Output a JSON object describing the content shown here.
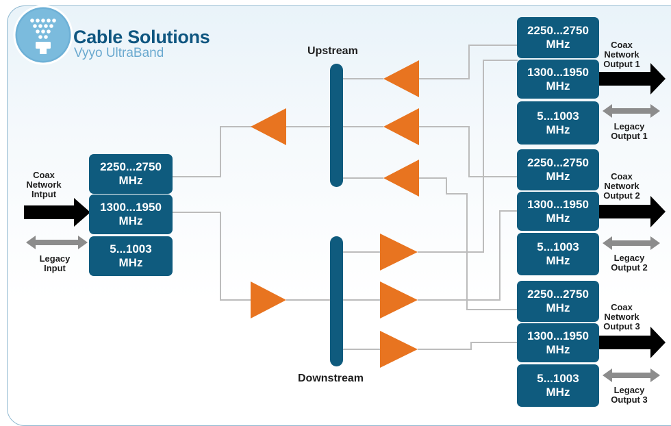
{
  "header": {
    "title": "Cable Solutions",
    "subtitle": "Vyyo UltraBand"
  },
  "icon": "cable-tree-logo-icon",
  "colors": {
    "box": "#0f5b7e",
    "amplifier": "#e87420",
    "bus": "#0f5b7e",
    "wire": "#bcbcbc",
    "legacy_arrow": "#8c8c8c",
    "network_arrow": "#000000"
  },
  "bands": {
    "high": "2250...2750",
    "mid": "1300...1950",
    "low": "5...1003",
    "unit": "MHz"
  },
  "input": {
    "coax_line1": "Coax",
    "coax_line2": "Network",
    "coax_line3": "Intput",
    "legacy_line1": "Legacy",
    "legacy_line2": "Input"
  },
  "stages": {
    "upstream": "Upstream",
    "downstream": "Downstream"
  },
  "outputs": [
    {
      "coax_line1": "Coax",
      "coax_line2": "Network",
      "coax_line3": "Output 1",
      "legacy_line1": "Legacy",
      "legacy_line2": "Output 1"
    },
    {
      "coax_line1": "Coax",
      "coax_line2": "Network",
      "coax_line3": "Output 2",
      "legacy_line1": "Legacy",
      "legacy_line2": "Output 2"
    },
    {
      "coax_line1": "Coax",
      "coax_line2": "Network",
      "coax_line3": "Output 3",
      "legacy_line1": "Legacy",
      "legacy_line2": "Output 3"
    }
  ]
}
